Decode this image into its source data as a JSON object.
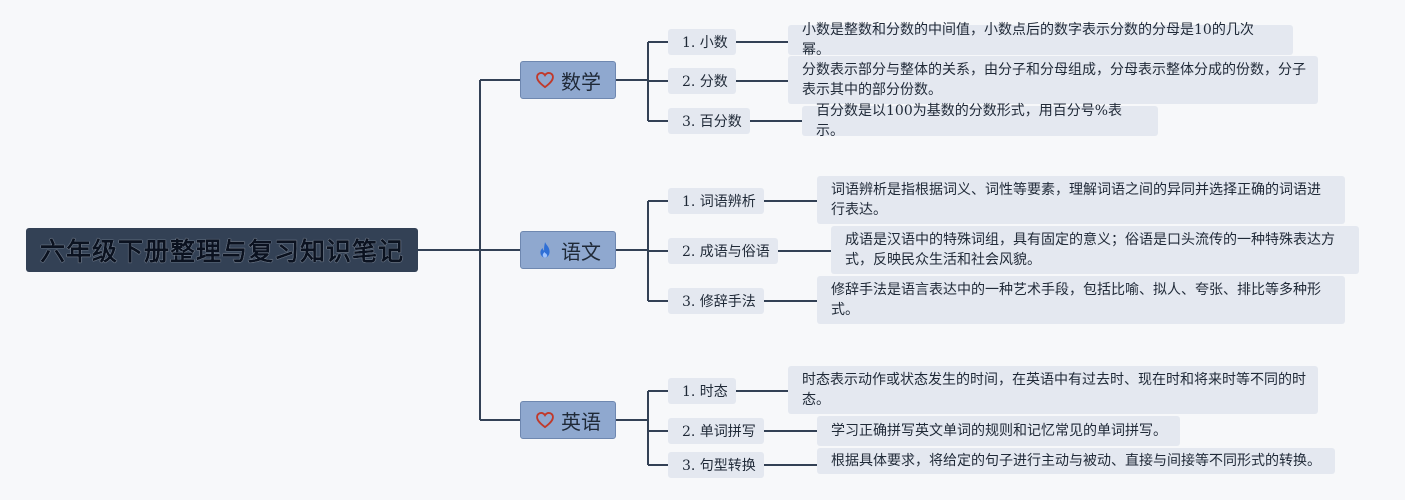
{
  "root": {
    "title": "六年级下册整理与复习知识笔记"
  },
  "colors": {
    "line": "#334155",
    "root_bg": "#334155",
    "subject_bg": "#8fa8cf",
    "leaf_bg": "#e4e8f0",
    "heart": "#c0392b",
    "flame": "#2f6fd6"
  },
  "subjects": [
    {
      "label": "数学",
      "icon": "heart-icon",
      "topics": [
        {
          "label": "1. 小数",
          "desc": "小数是整数和分数的中间值，小数点后的数字表示分数的分母是10的几次幂。"
        },
        {
          "label": "2. 分数",
          "desc": "分数表示部分与整体的关系，由分子和分母组成，分母表示整体分成的份数，分子表示其中的部分份数。"
        },
        {
          "label": "3. 百分数",
          "desc": "百分数是以100为基数的分数形式，用百分号%表示。"
        }
      ]
    },
    {
      "label": "语文",
      "icon": "flame-icon",
      "topics": [
        {
          "label": "1. 词语辨析",
          "desc": "词语辨析是指根据词义、词性等要素，理解词语之间的异同并选择正确的词语进行表达。"
        },
        {
          "label": "2. 成语与俗语",
          "desc": "成语是汉语中的特殊词组，具有固定的意义；俗语是口头流传的一种特殊表达方式，反映民众生活和社会风貌。"
        },
        {
          "label": "3. 修辞手法",
          "desc": "修辞手法是语言表达中的一种艺术手段，包括比喻、拟人、夸张、排比等多种形式。"
        }
      ]
    },
    {
      "label": "英语",
      "icon": "heart-icon",
      "topics": [
        {
          "label": "1. 时态",
          "desc": "时态表示动作或状态发生的时间，在英语中有过去时、现在时和将来时等不同的时态。"
        },
        {
          "label": "2. 单词拼写",
          "desc": "学习正确拼写英文单词的规则和记忆常见的单词拼写。"
        },
        {
          "label": "3. 句型转换",
          "desc": "根据具体要求，将给定的句子进行主动与被动、直接与间接等不同形式的转换。"
        }
      ]
    }
  ]
}
